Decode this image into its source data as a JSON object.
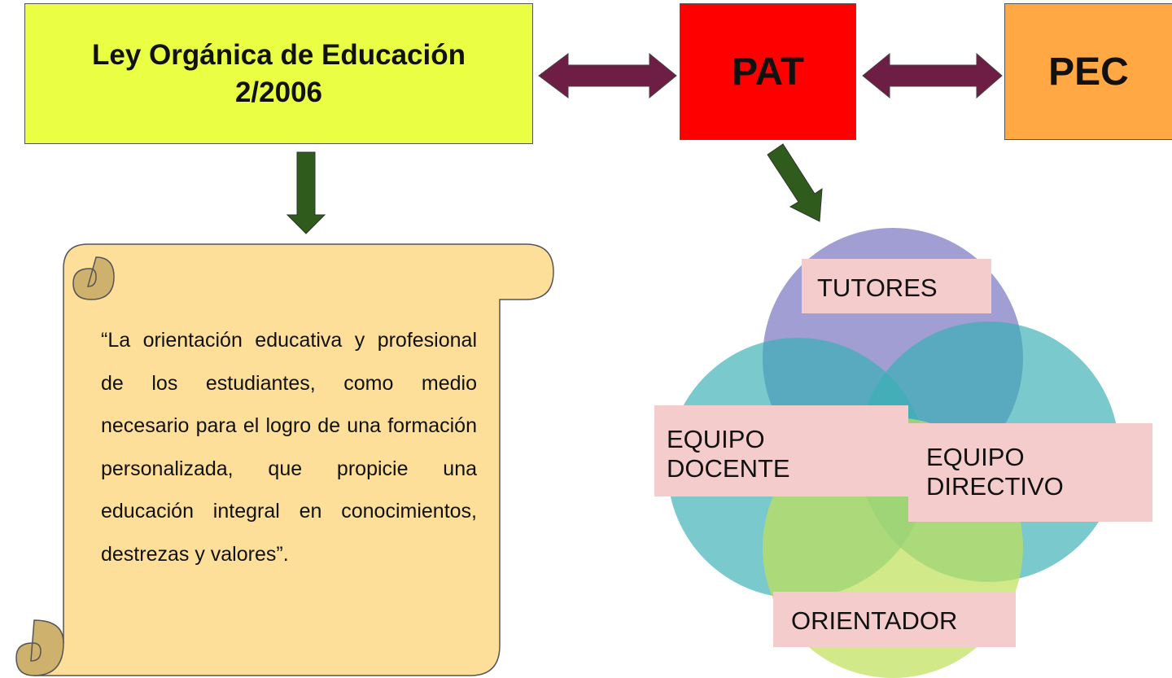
{
  "boxes": {
    "ley": {
      "line1": "Ley Orgánica de Educación",
      "line2": "2/2006",
      "color": "#eaff44"
    },
    "pat": {
      "label": "PAT",
      "color": "#ff0000"
    },
    "pec": {
      "label": "PEC",
      "color": "#ffa844"
    }
  },
  "scroll": {
    "quote": "“La orientación educativa y profesional de los estudiantes, como medio necesario para el logro de una formación personalizada, que propicie una educación integral en conocimientos, destrezas y valores”.",
    "fill": "#fddf9a",
    "curl_color": "#cdb16d"
  },
  "venn": {
    "circles": {
      "top": "#7b78c1",
      "left": "#3aafb5",
      "right": "#3aafb5",
      "bottom": "#bfe05a"
    },
    "labels": {
      "tutores": "TUTORES",
      "equipo_docente_line1": "EQUIPO",
      "equipo_docente_line2": "DOCENTE",
      "equipo_directivo_line1": "EQUIPO",
      "equipo_directivo_line2": "DIRECTIVO",
      "orientador": "ORIENTADOR"
    },
    "label_background": "#f4cccc"
  },
  "arrows": {
    "double_arrow_color": "#6e1e44",
    "down_arrow_color": "#2f5c1c"
  }
}
